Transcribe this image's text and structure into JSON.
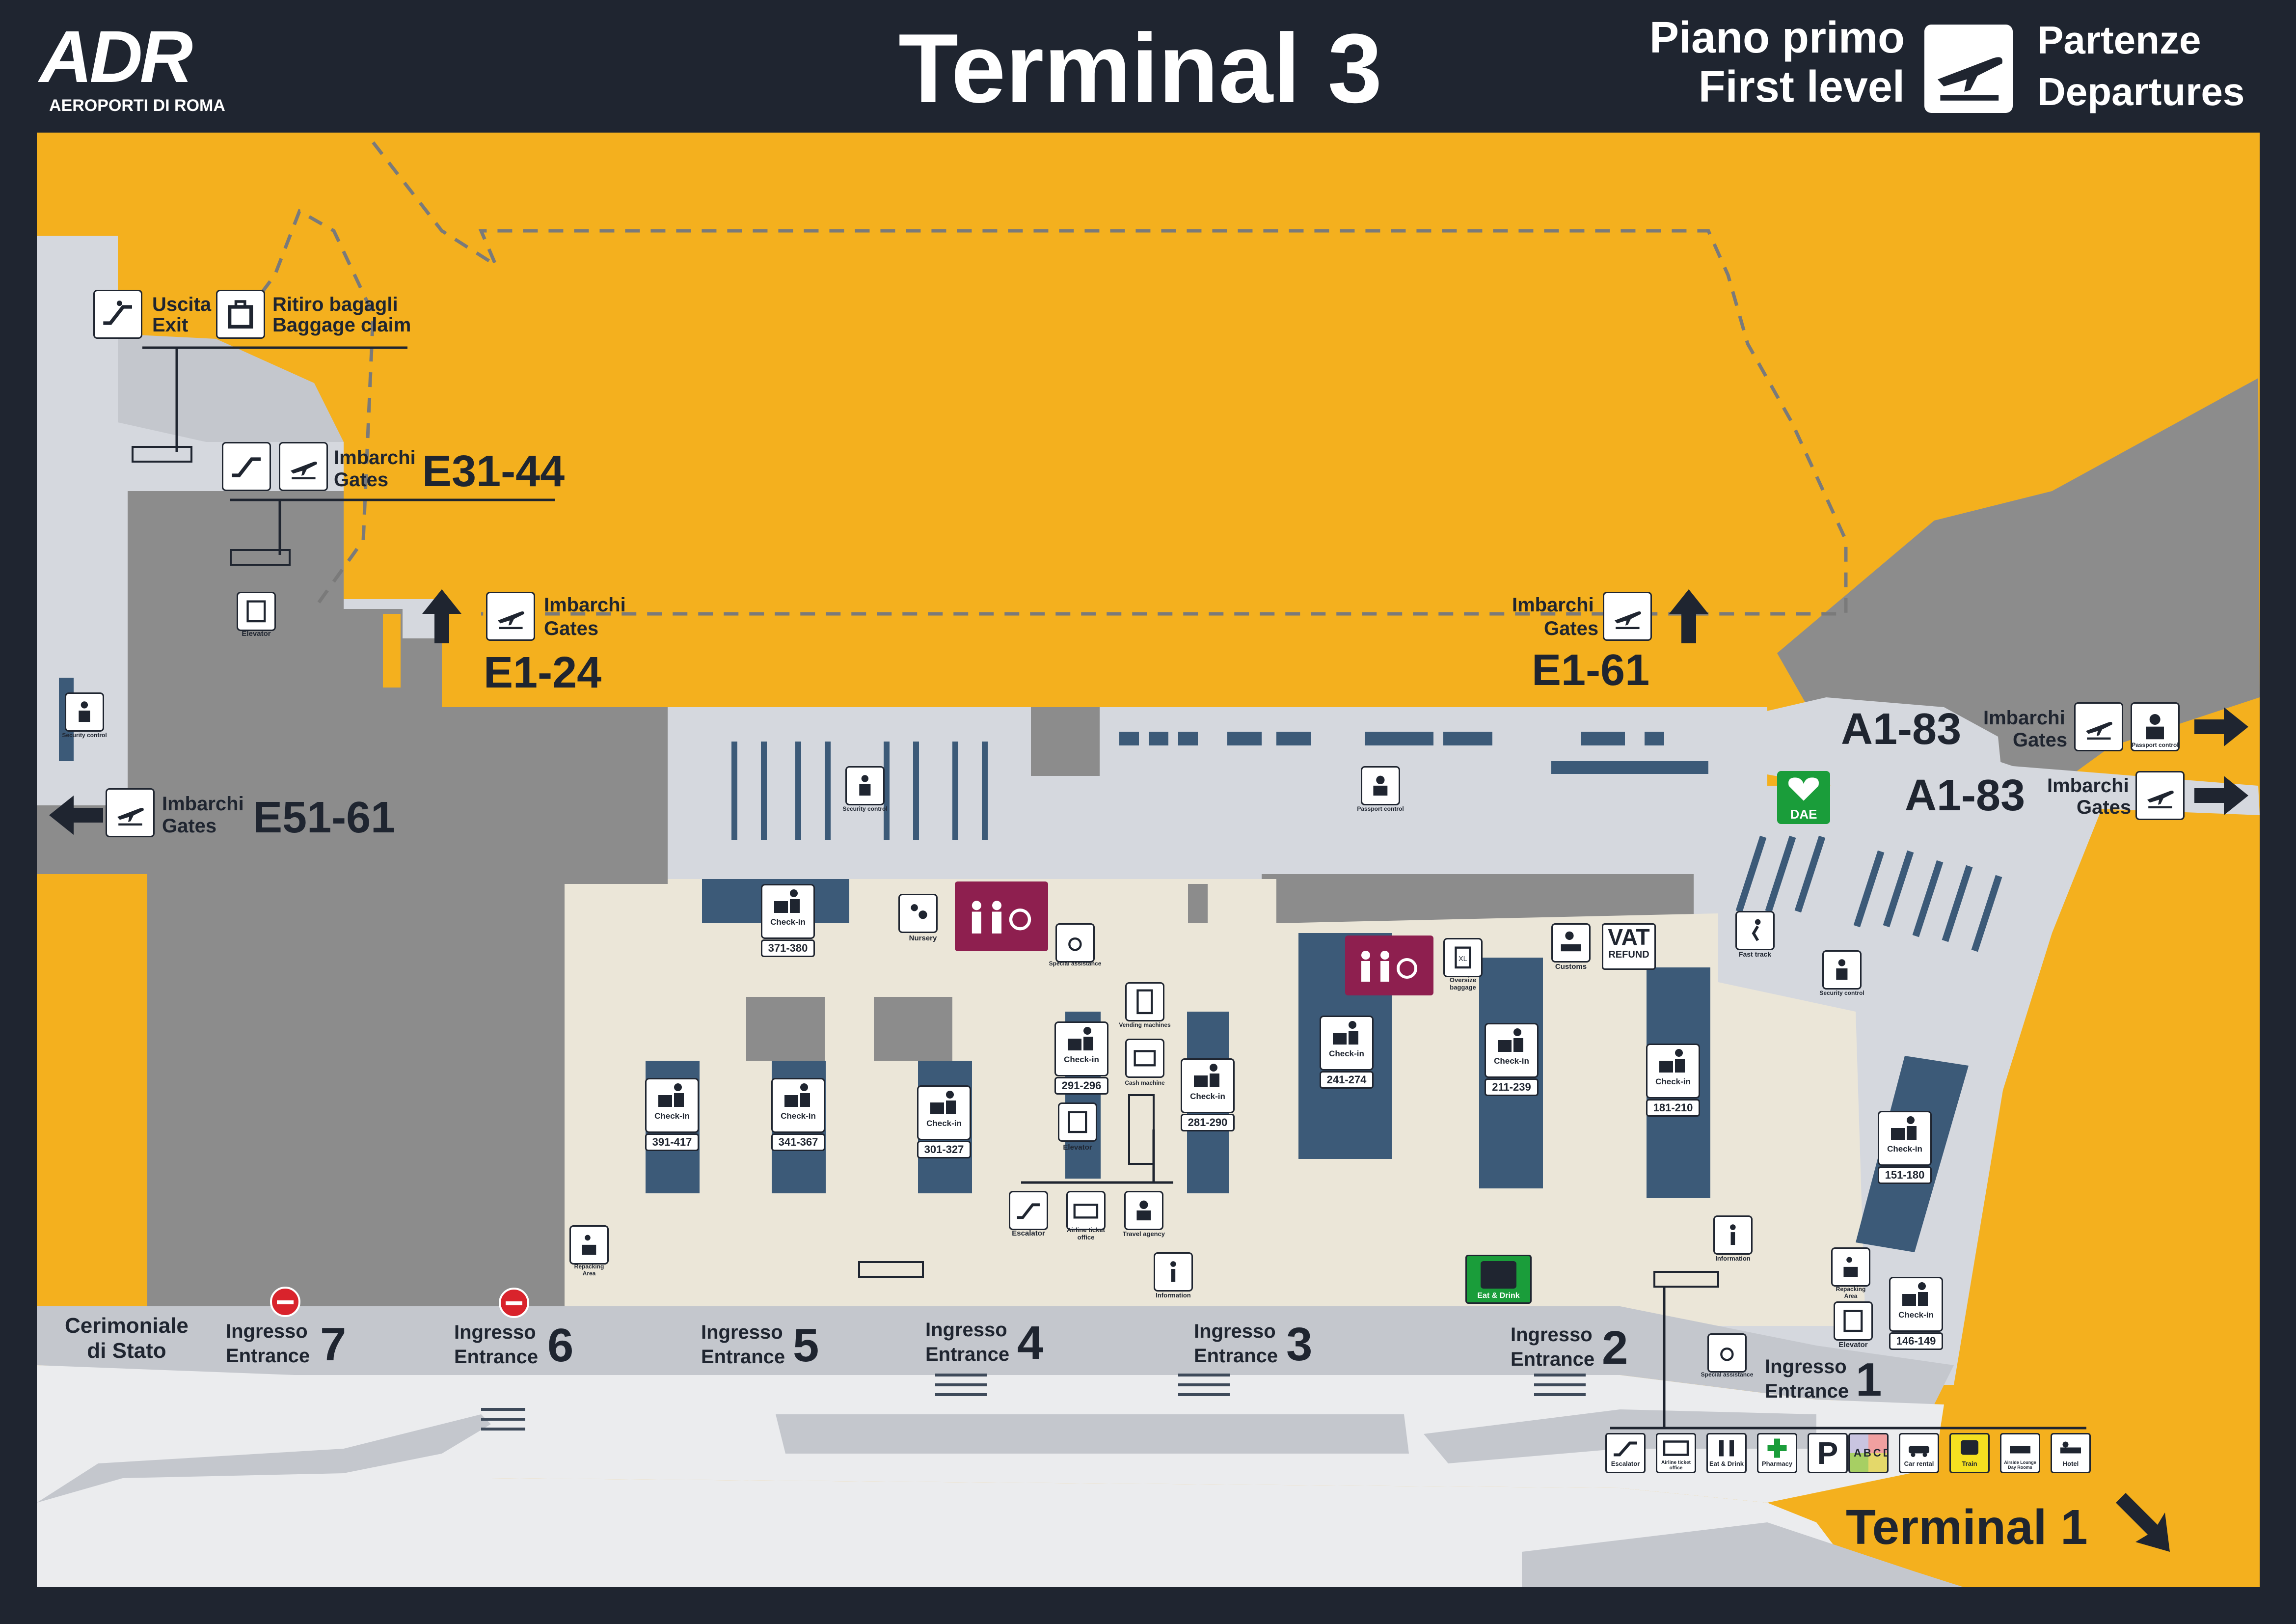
{
  "header": {
    "logo": "ADR",
    "logo_sub": "AEROPORTI DI ROMA",
    "title": "Terminal 3",
    "level_it": "Piano primo",
    "level_en": "First level",
    "area_it": "Partenze",
    "area_en": "Departures",
    "area_icon": "departures-plane-icon"
  },
  "colors": {
    "frame": "#1f2530",
    "apron": "#f4b01e",
    "building": "#8c8c8c",
    "concourse": "#d5d8de",
    "hall": "#ebe6d8",
    "checkin_island": "#3c5a78",
    "toilets": "#8e1f4f",
    "eat_drink": "#1a9d3a",
    "aed": "#1a9d3a",
    "no_entry": "#d9232c"
  },
  "top_left_signs": {
    "exit_it": "Uscita",
    "exit_en": "Exit",
    "baggage_it": "Ritiro bagagli",
    "baggage_en": "Baggage claim",
    "escalator": "Escalator",
    "elevator": "Elevator",
    "security": "Security control"
  },
  "gates": {
    "e31_it": "Imbarchi",
    "e31_en": "Gates",
    "e31_range": "E31-44",
    "e1_24_it": "Imbarchi",
    "e1_24_en": "Gates",
    "e1_24_range": "E1-24",
    "e1_61_it": "Imbarchi",
    "e1_61_en": "Gates",
    "e1_61_range": "E1-61",
    "e51_it": "Imbarchi",
    "e51_en": "Gates",
    "e51_range": "E51-61",
    "a1_top_it": "Imbarchi",
    "a1_top_en": "Gates",
    "a1_top_range": "A1-83",
    "a1_bot_it": "Imbarchi",
    "a1_bot_en": "Gates",
    "a1_bot_range": "A1-83",
    "passport_control": "Passport control"
  },
  "checkins": [
    {
      "caption": "Check-in",
      "range": "371-380"
    },
    {
      "caption": "Check-in",
      "range": "391-417"
    },
    {
      "caption": "Check-in",
      "range": "341-367"
    },
    {
      "caption": "Check-in",
      "range": "301-327"
    },
    {
      "caption": "Check-in",
      "range": "291-296"
    },
    {
      "caption": "Check-in",
      "range": "281-290"
    },
    {
      "caption": "Check-in",
      "range": "241-274"
    },
    {
      "caption": "Check-in",
      "range": "211-239"
    },
    {
      "caption": "Check-in",
      "range": "181-210"
    },
    {
      "caption": "Check-in",
      "range": "151-180"
    },
    {
      "caption": "Check-in",
      "range": "146-149"
    }
  ],
  "services": {
    "security": "Security control",
    "passport": "Passport control",
    "nursery": "Nursery",
    "special_assistance": "Special assistance",
    "vending": "Vending machines",
    "cash_machine": "Cash machine",
    "elevator": "Elevator",
    "escalator": "Escalator",
    "airline_office": "Airline ticket office",
    "travel_agency": "Travel agency",
    "information": "Information",
    "repacking": "Repacking Area",
    "eat_drink": "Eat & Drink",
    "oversize_baggage": "Oversize baggage",
    "oversize_mark": "XL",
    "customs": "Customs",
    "vat_1": "VAT",
    "vat_2": "REFUND",
    "fast_track": "Fast track",
    "dae": "DAE"
  },
  "entrances": [
    {
      "it": "Ingresso",
      "en": "Entrance",
      "num": "7"
    },
    {
      "it": "Ingresso",
      "en": "Entrance",
      "num": "6"
    },
    {
      "it": "Ingresso",
      "en": "Entrance",
      "num": "5"
    },
    {
      "it": "Ingresso",
      "en": "Entrance",
      "num": "4"
    },
    {
      "it": "Ingresso",
      "en": "Entrance",
      "num": "3"
    },
    {
      "it": "Ingresso",
      "en": "Entrance",
      "num": "2"
    },
    {
      "it": "Ingresso",
      "en": "Entrance",
      "num": "1"
    }
  ],
  "cerimoniale_1": "Cerimoniale",
  "cerimoniale_2": "di Stato",
  "legend": [
    {
      "label": "Escalator",
      "icon": "escalator-icon"
    },
    {
      "label": "Airline ticket office",
      "icon": "ticket-office-icon"
    },
    {
      "label": "Eat & Drink",
      "icon": "eat-drink-icon"
    },
    {
      "label": "Pharmacy",
      "icon": "pharmacy-icon"
    },
    {
      "label": "P",
      "icon": "parking-icon"
    },
    {
      "label": "ABCD",
      "icon": "parking-zones-icon"
    },
    {
      "label": "Car rental",
      "icon": "car-rental-icon"
    },
    {
      "label": "Train",
      "icon": "train-icon"
    },
    {
      "label": "Airside Lounge Day Rooms",
      "icon": "lounge-icon"
    },
    {
      "label": "Hotel",
      "icon": "hotel-icon"
    }
  ],
  "footer": {
    "terminal1": "Terminal 1"
  }
}
